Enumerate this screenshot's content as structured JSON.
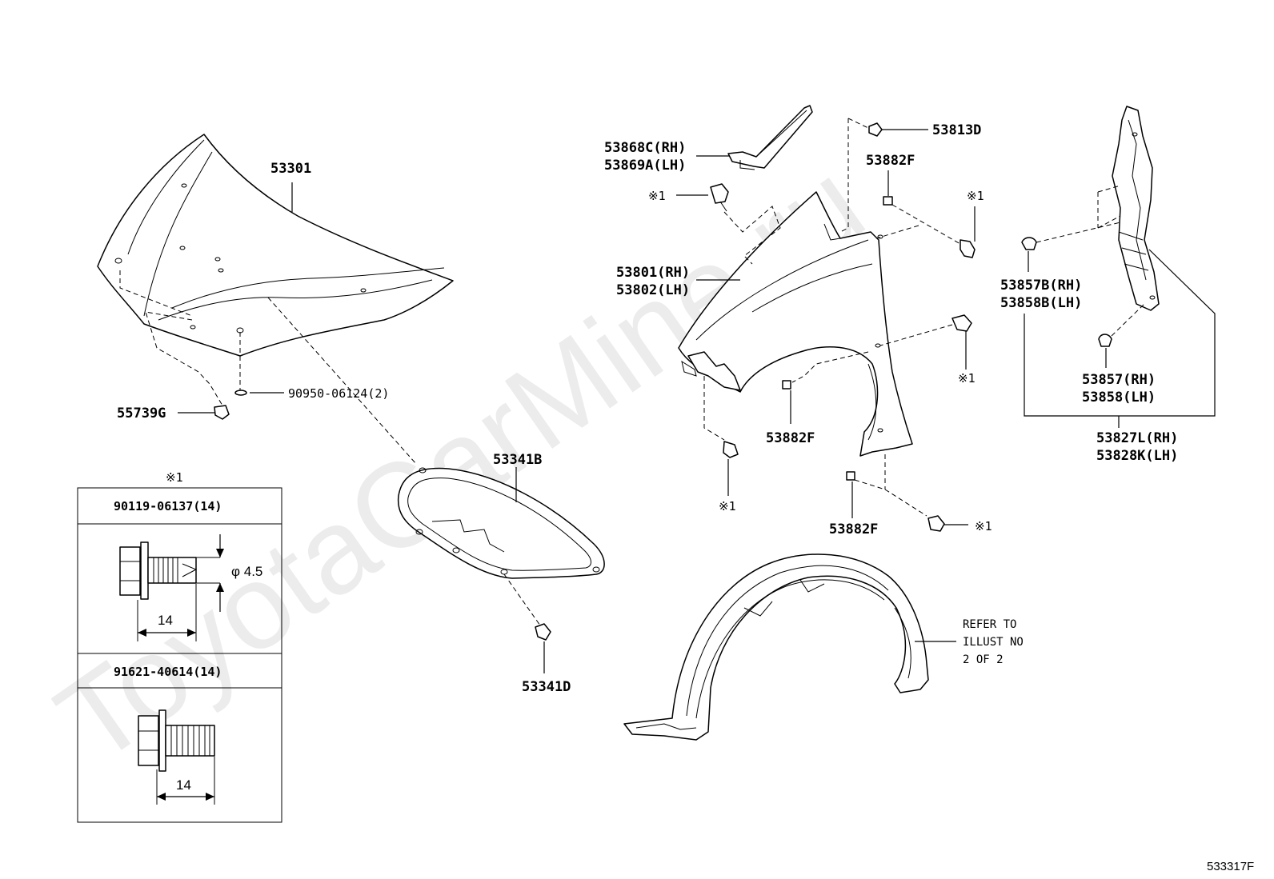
{
  "watermark": "ToyotaCarMine.ru",
  "parts": {
    "hood": "53301",
    "hood_lock_cushion": "55739G",
    "hood_seal": "90950-06124(2)",
    "hood_insulator": "53341B",
    "insulator_clip": "53341D",
    "fender_seal_rh": "53868C(RH)",
    "fender_seal_lh": "53869A(LH)",
    "fender_rh": "53801(RH)",
    "fender_lh": "53802(LH)",
    "fender_clip_top": "53813D",
    "fender_nut_a": "53882F",
    "fender_nut_b": "53882F",
    "fender_nut_c": "53882F",
    "bracket_pad_rh": "53857B(RH)",
    "bracket_pad_lh": "53858B(LH)",
    "bracket_rh": "53857(RH)",
    "bracket_lh": "53858(LH)",
    "bracket_assy_rh": "53827L(RH)",
    "bracket_assy_lh": "53828K(LH)"
  },
  "bolt_marks": {
    "a": "※1",
    "b": "※1",
    "c": "※1",
    "d": "※1",
    "e": "※1"
  },
  "legend": {
    "mark": "※1",
    "bolt1_part": "90119-06137(14)",
    "bolt1_diameter": "φ 4.5",
    "bolt1_length": "14",
    "bolt2_part": "91621-40614(14)",
    "bolt2_length": "14"
  },
  "refer_note": {
    "line1": "REFER TO",
    "line2": "ILLUST NO",
    "line3": "2 OF 2"
  },
  "figure_code": "533317F"
}
